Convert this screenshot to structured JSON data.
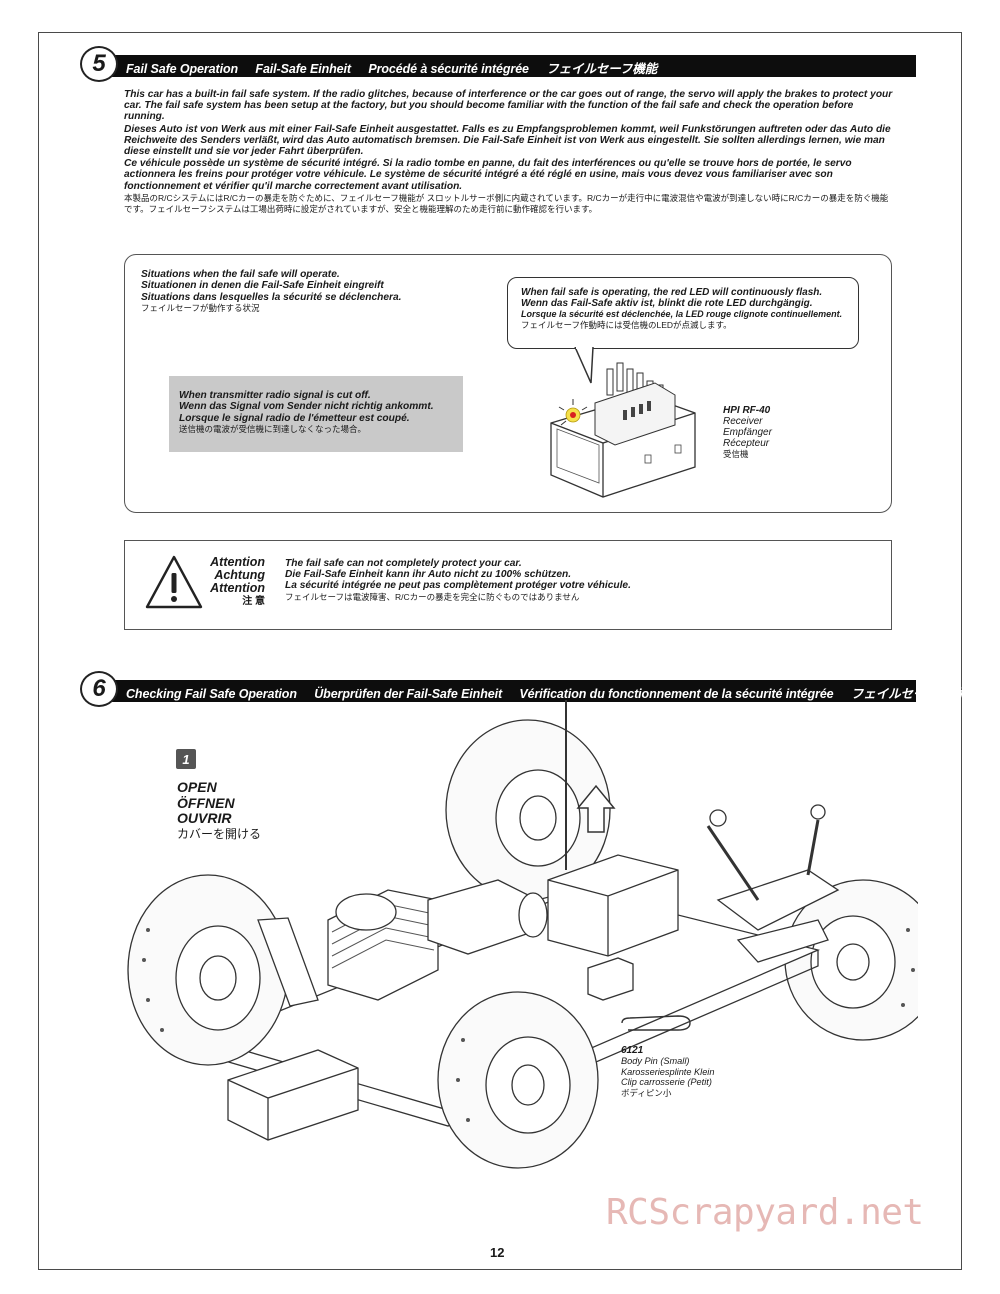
{
  "section5": {
    "number": "5",
    "titles": [
      "Fail Safe Operation",
      "Fail-Safe Einheit",
      "Procédé à sécurité intégrée",
      "フェイルセーフ機能"
    ],
    "intro": {
      "en": "This car has a built-in fail safe system. If the radio glitches, because of interference or the car goes out of range, the servo will apply the brakes to protect your car. The fail safe system has been setup at the factory, but you should become familiar with the function of the fail safe and check the operation before running.",
      "de": "Dieses Auto ist von Werk aus mit einer Fail-Safe Einheit ausgestattet. Falls es zu Empfangsproblemen kommt, weil Funkstörungen auftreten oder das Auto die Reichweite des Senders verläßt, wird das Auto automatisch bremsen. Die Fail-Safe Einheit ist von Werk aus eingestellt. Sie sollten allerdings lernen, wie man diese einstellt und sie vor jeder Fahrt überprüfen.",
      "fr": "Ce véhicule possède un système de sécurité intégré. Si la radio tombe en panne, du fait des interférences ou qu'elle se trouve hors de portée, le servo actionnera les freins pour protéger votre véhicule. Le système de sécurité intégré a été réglé en usine, mais vous devez vous familiariser avec son fonctionnement et vérifier qu'il marche correctement avant utilisation.",
      "ja": "本製品のR/CシステムにはR/Cカーの暴走を防ぐために、フェイルセーフ機能が スロットルサーボ側に内蔵されています。R/Cカーが走行中に電波混信や電波が到達しない時にR/Cカーの暴走を防ぐ機能です。フェイルセーフシステムは工場出荷時に設定がされていますが、安全と機能理解のため走行前に動作確認を行います。"
    },
    "situations": {
      "en": "Situations when the fail safe will operate.",
      "de": "Situationen in denen die Fail-Safe Einheit eingreift",
      "fr": "Situations dans lesquelles la sécurité se déclenchera.",
      "ja": "フェイルセーフが動作する状況"
    },
    "signal_cut": {
      "en": "When transmitter radio signal is cut off.",
      "de": "Wenn das Signal vom Sender nicht richtig ankommt.",
      "fr": "Lorsque le signal radio de l'émetteur est coupé.",
      "ja": "送信機の電波が受信機に到達しなくなった場合。"
    },
    "led": {
      "en": "When fail safe is operating, the red LED will continuously flash.",
      "de": "Wenn das Fail-Safe aktiv ist, blinkt die rote LED durchgängig.",
      "fr": "Lorsque la sécurité est déclenchée, la LED rouge clignote continuellement.",
      "ja": "フェイルセーフ作動時には受信機のLEDが点滅します。"
    },
    "receiver": {
      "model": "HPI RF-40",
      "en": "Receiver",
      "de": "Empfänger",
      "fr": "Récepteur",
      "ja": "受信機"
    },
    "attention": {
      "words": [
        "Attention",
        "Achtung",
        "Attention",
        "注 意"
      ],
      "en": "The fail safe can not completely protect your car.",
      "de": "Die Fail-Safe Einheit kann ihr Auto nicht zu 100% schützen.",
      "fr": "La sécurité intégrée ne peut pas complètement protéger votre véhicule.",
      "ja": "フェイルセーフは電波障害、R/Cカーの暴走を完全に防ぐものではありません"
    }
  },
  "section6": {
    "number": "6",
    "titles": [
      "Checking Fail Safe Operation",
      "Überprüfen der Fail-Safe Einheit",
      "Vérification du fonctionnement de la sécurité intégrée",
      "フェイルセーフの動作確認"
    ],
    "step": "1",
    "open": [
      "OPEN",
      "ÖFFNEN",
      "OUVRIR",
      "カバーを開ける"
    ],
    "part": {
      "number": "6121",
      "en": "Body Pin (Small)",
      "de": "Karosseriesplinte Klein",
      "fr": "Clip carrosserie (Petit)",
      "ja": "ボディピン小"
    }
  },
  "page_number": "12",
  "watermark": "RCScrapyard.net"
}
